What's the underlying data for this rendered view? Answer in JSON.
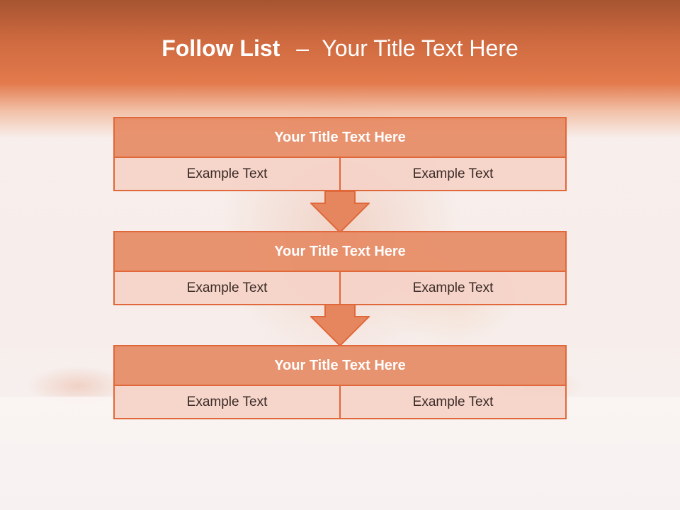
{
  "slide": {
    "title_strong": "Follow List",
    "title_dash": "–",
    "title_rest": "Your Title Text Here"
  },
  "steps": [
    {
      "title": "Your Title Text Here",
      "left": "Example Text",
      "right": "Example Text"
    },
    {
      "title": "Your Title Text Here",
      "left": "Example Text",
      "right": "Example Text"
    },
    {
      "title": "Your Title Text Here",
      "left": "Example Text",
      "right": "Example Text"
    }
  ],
  "colors": {
    "accent": "#e0683a",
    "header_fill": "#e6865f",
    "cell_fill": "#f5d2c6",
    "header_band": "#cf6a40"
  }
}
